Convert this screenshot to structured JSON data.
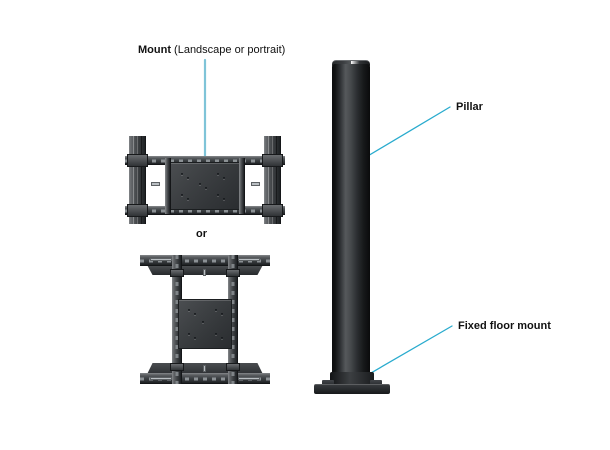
{
  "diagram": {
    "background_color": "#ffffff",
    "leader_color": "#29abce",
    "leader_color_soft": "#7fc4d8",
    "metal_dark": "#2a2d30",
    "metal_light": "#6d7073"
  },
  "labels": {
    "mount": {
      "bold_text": "Mount",
      "regular_text": " (Landscape or portrait)"
    },
    "or": "or",
    "pillar": "Pillar",
    "floor_mount": "Fixed floor mount"
  },
  "parts": {
    "landscape_mount": {
      "name": "Landscape display mount bracket",
      "orientation": "landscape"
    },
    "portrait_mount": {
      "name": "Portrait display mount bracket",
      "orientation": "portrait"
    },
    "pillar": {
      "name": "Vertical support pillar"
    },
    "floor_base": {
      "name": "Fixed floor mount base plate"
    }
  }
}
